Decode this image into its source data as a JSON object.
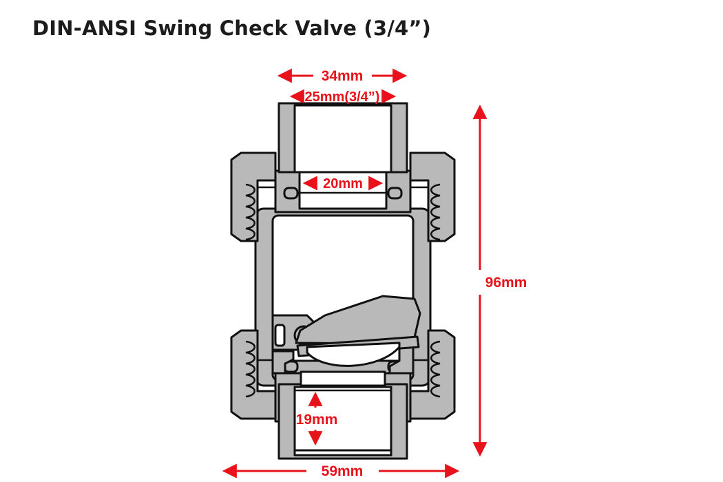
{
  "title": "DIN-ANSI Swing Check Valve (3/4”)",
  "dimensions": {
    "socket_outer_width": "34mm",
    "nominal_size": "25mm(3/4”)",
    "bore_diameter": "20mm",
    "overall_height": "96mm",
    "socket_depth": "19mm",
    "overall_width": "59mm"
  },
  "colors": {
    "dimension_red": "#e8121a",
    "part_gray": "#b9b9b9",
    "outline_black": "#111111",
    "background": "#ffffff",
    "title_text": "#1c1c1c"
  }
}
